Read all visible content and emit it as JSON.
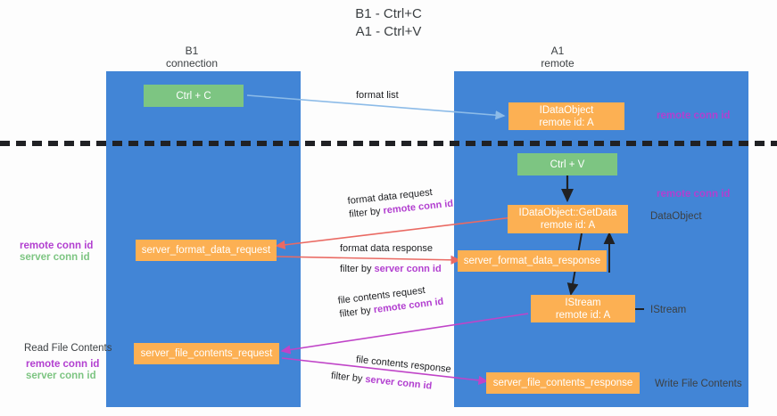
{
  "title": "B1 - Ctrl+C\nA1 - Ctrl+V",
  "colors": {
    "lane": "#4285d6",
    "green_node": "#7dc582",
    "orange_node": "#fcb053",
    "purple_text": "#b23fd0",
    "green_text": "#7dc582",
    "red_arrow": "#ea6a63",
    "magenta_arrow": "#c044c8",
    "blue_arrow": "#8cbbe8",
    "black_arrow": "#202124",
    "divider": "#202124"
  },
  "columns": [
    {
      "name": "B1",
      "sub": "connection"
    },
    {
      "name": "A1",
      "sub": "remote"
    }
  ],
  "nodes": [
    {
      "id": "ctrl-c",
      "label": "Ctrl + C",
      "label2": "",
      "kind": "green"
    },
    {
      "id": "idataobject",
      "label": "IDataObject",
      "label2": "remote id: A",
      "kind": "orange"
    },
    {
      "id": "ctrl-v",
      "label": "Ctrl + V",
      "label2": "",
      "kind": "green"
    },
    {
      "id": "idataobject-getdata",
      "label": "IDataObject::GetData",
      "label2": "remote id: A",
      "kind": "orange"
    },
    {
      "id": "server-format-data-request",
      "label": "server_format_data_request",
      "label2": "",
      "kind": "orange"
    },
    {
      "id": "server-format-data-response",
      "label": "server_format_data_response",
      "label2": "",
      "kind": "orange"
    },
    {
      "id": "istream",
      "label": "IStream",
      "label2": "remote id: A",
      "kind": "orange"
    },
    {
      "id": "server-file-contents-request",
      "label": "server_file_contents_request",
      "label2": "",
      "kind": "orange"
    },
    {
      "id": "server-file-contents-response",
      "label": "server_file_contents_response",
      "label2": "",
      "kind": "orange"
    }
  ],
  "edge_labels": [
    {
      "id": "format-list",
      "line1": "format list",
      "line1b": "",
      "line2": "",
      "line2b": ""
    },
    {
      "id": "format-data-request",
      "line1": "format data request",
      "line1b": "",
      "line2": "filter by ",
      "line2b": "remote conn id"
    },
    {
      "id": "format-data-response",
      "line1": "format data response",
      "line1b": "",
      "line2": "filter by ",
      "line2b": "server conn id"
    },
    {
      "id": "file-contents-request",
      "line1": "file contents request",
      "line1b": "",
      "line2": "filter by ",
      "line2b": "remote conn id"
    },
    {
      "id": "file-contents-response",
      "line1": "file contents response",
      "line1b": "",
      "line2": "filter by ",
      "line2b": "server conn id"
    }
  ],
  "right_annotations": [
    {
      "id": "right-remote-conn-id-top",
      "text": "remote conn id",
      "style": "purple"
    },
    {
      "id": "right-remote-conn-id-mid",
      "text": "remote conn id",
      "style": "purple"
    },
    {
      "id": "right-dataobject",
      "text": "DataObject",
      "style": "dark"
    },
    {
      "id": "right-istream",
      "text": "IStream",
      "style": "dark"
    },
    {
      "id": "right-write-file-contents",
      "text": "Write File Contents",
      "style": "dark"
    }
  ],
  "left_annotations": [
    {
      "id": "left-remote-conn-id-mid",
      "text": "remote conn id",
      "style": "purple"
    },
    {
      "id": "left-server-conn-id-mid",
      "text": "server conn id",
      "style": "green"
    },
    {
      "id": "left-read-file-contents",
      "text": "Read File Contents",
      "style": "dark"
    },
    {
      "id": "left-remote-conn-id-bot",
      "text": "remote conn id",
      "style": "purple"
    },
    {
      "id": "left-server-conn-id-bot",
      "text": "server conn id",
      "style": "green"
    }
  ]
}
